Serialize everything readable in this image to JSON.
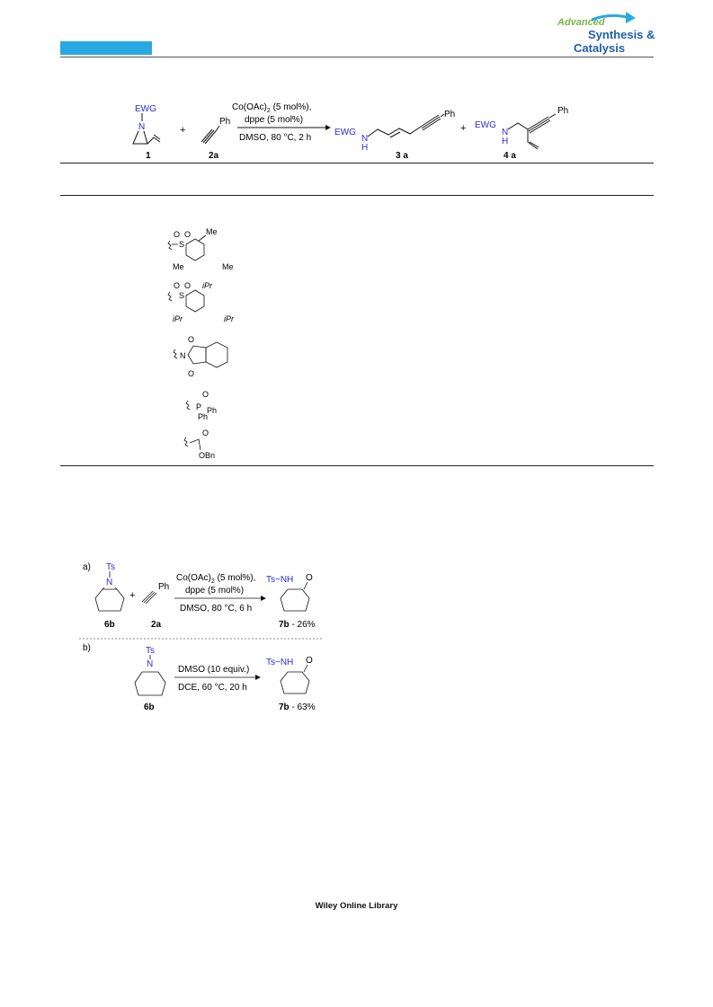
{
  "journal": {
    "logo_line1": "Advanced",
    "logo_line2": "Synthesis &",
    "logo_line3": "Catalysis",
    "accent_color": "#29a9e1",
    "logo_blue": "#1f5fa8"
  },
  "scheme1": {
    "reactant1_group": "EWG",
    "reactant1_atom": "N",
    "reactant1_label": "1",
    "plus": "+",
    "reactant2_sub": "Ph",
    "reactant2_label": "2a",
    "cond_line1_pre": "Co(OAc)",
    "cond_line1_sub": "2",
    "cond_line1_post": " (5 mol%),",
    "cond_line2": "dppe (5 mol%)",
    "cond_line3": "DMSO, 80 °C, 2 h",
    "product1_group": "EWG",
    "product1_nh_n": "N",
    "product1_nh_h": "H",
    "product1_sub": "Ph",
    "product1_label": "3 a",
    "plus2": "+",
    "product2_group": "EWG",
    "product2_nh_n": "N",
    "product2_nh_h": "H",
    "product2_sub": "Ph",
    "product2_label": "4 a"
  },
  "table_structures": {
    "row1": {
      "o1": "O",
      "o2": "O",
      "s": "S",
      "me_top": "Me",
      "me_left": "Me",
      "me_right": "Me"
    },
    "row2": {
      "o1": "O",
      "o2": "O",
      "s": "S",
      "ipr_top": "iPr",
      "ipr_left": "iPr",
      "ipr_right": "iPr"
    },
    "row3": {
      "o_top": "O",
      "n": "N",
      "o_bottom": "O"
    },
    "row4": {
      "o": "O",
      "p": "P",
      "ph1": "Ph",
      "ph2": "Ph"
    },
    "row5": {
      "o": "O",
      "obn": "OBn"
    }
  },
  "scheme2": {
    "part_a_label": "a)",
    "a_reactant_group": "Ts",
    "a_reactant_atom": "N",
    "a_reactant_label": "6b",
    "a_plus": "+",
    "a_alkyne_sub": "Ph",
    "a_alkyne_label": "2a",
    "a_cond_line1_pre": "Co(OAc)",
    "a_cond_line1_sub": "2",
    "a_cond_line1_post": " (5 mol%),",
    "a_cond_line2": "dppe (5 mol%)",
    "a_cond_line3": "DMSO, 80 °C, 6 h",
    "a_product_nh": "Ts−NH",
    "a_product_o": "O",
    "a_product_label": "7b",
    "a_product_yield": " - 26%",
    "part_b_label": "b)",
    "b_reactant_group": "Ts",
    "b_reactant_atom": "N",
    "b_reactant_label": "6b",
    "b_cond_line1": "DMSO (10 equiv.)",
    "b_cond_line2": "DCE, 60 °C, 20 h",
    "b_product_nh": "Ts−NH",
    "b_product_o": "O",
    "b_product_label": "7b",
    "b_product_yield": " - 63%"
  },
  "footer": {
    "text": "Wiley Online Library"
  }
}
